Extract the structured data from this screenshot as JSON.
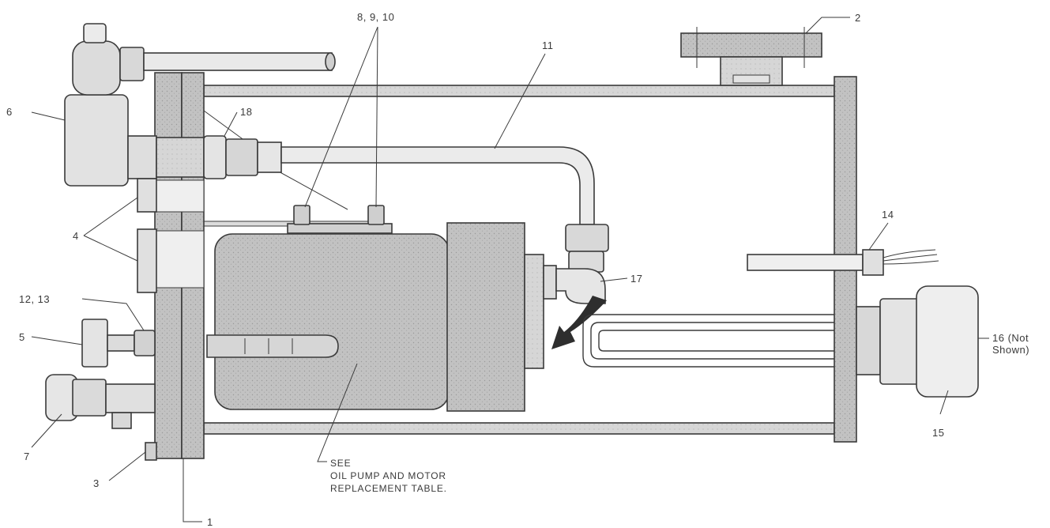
{
  "labels": {
    "l1": "1",
    "l2": "2",
    "l3": "3",
    "l4": "4",
    "l5": "5",
    "l6": "6",
    "l7": "7",
    "l8_9_10": "8, 9, 10",
    "l11": "11",
    "l12_13": "12, 13",
    "l14": "14",
    "l15": "15",
    "l16_line1": "16 (Not",
    "l16_line2": "Shown)",
    "l17": "17",
    "l18": "18"
  },
  "note": {
    "line1": "SEE",
    "line2": "OIL PUMP AND MOTOR",
    "line3": "REPLACEMENT TABLE."
  },
  "colors": {
    "line": "#3a3a3a",
    "panel_fill": "#b9b9b9",
    "part_fill": "#d4d4d4",
    "motor_fill": "#c9c9c9",
    "light_fill": "#ececec"
  }
}
